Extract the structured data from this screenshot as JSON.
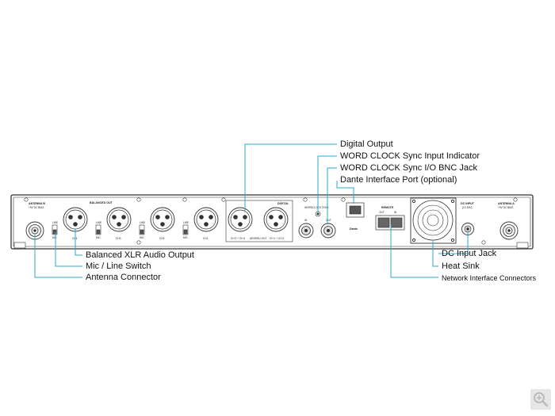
{
  "callouts": {
    "digital_output": "Digital Output",
    "word_clock_indicator": "WORD CLOCK Sync Input Indicator",
    "word_clock_bnc": "WORD CLOCK Sync I/O BNC Jack",
    "dante_port": "Dante Interface Port (optional)",
    "balanced_xlr": "Balanced XLR Audio Output",
    "mic_line_switch": "Mic / Line Switch",
    "antenna_connector": "Antenna Connector",
    "dc_input": "DC Input Jack",
    "heat_sink": "Heat Sink",
    "network_connectors": "Network Interface Connectors"
  },
  "panel": {
    "antenna_b": "ANTENNA B",
    "antenna_b_sub": "+9V DC BIAS",
    "balanced_out": "BALANCED OUT",
    "line": "LINE",
    "mic": "MIC",
    "ch4": "CH4",
    "ch3": "CH3",
    "ch2": "CH2",
    "ch1": "CH1",
    "digital": "DIGITAL",
    "ch34": "CH 3 + CH 4",
    "aesebu_out": "AES/EBU OUT",
    "ch12": "CH 1 + CH 2",
    "wordclock_sync": "WORDCLOCK SYNC",
    "in": "IN",
    "out": "OUT",
    "dante": "Dante",
    "remote": "REMOTE",
    "remote_out": "OUT",
    "remote_in": "IN",
    "dc_input": "DC INPUT",
    "dc_input_sub": "(12-15V)",
    "antenna_a": "ANTENNA A",
    "antenna_a_sub": "+9V DC BIAS"
  },
  "colors": {
    "callout_line": "#2aa8c8",
    "panel_stroke": "#333333",
    "panel_fill": "#ffffff"
  },
  "icons": {
    "zoom": "zoom-in-icon"
  }
}
